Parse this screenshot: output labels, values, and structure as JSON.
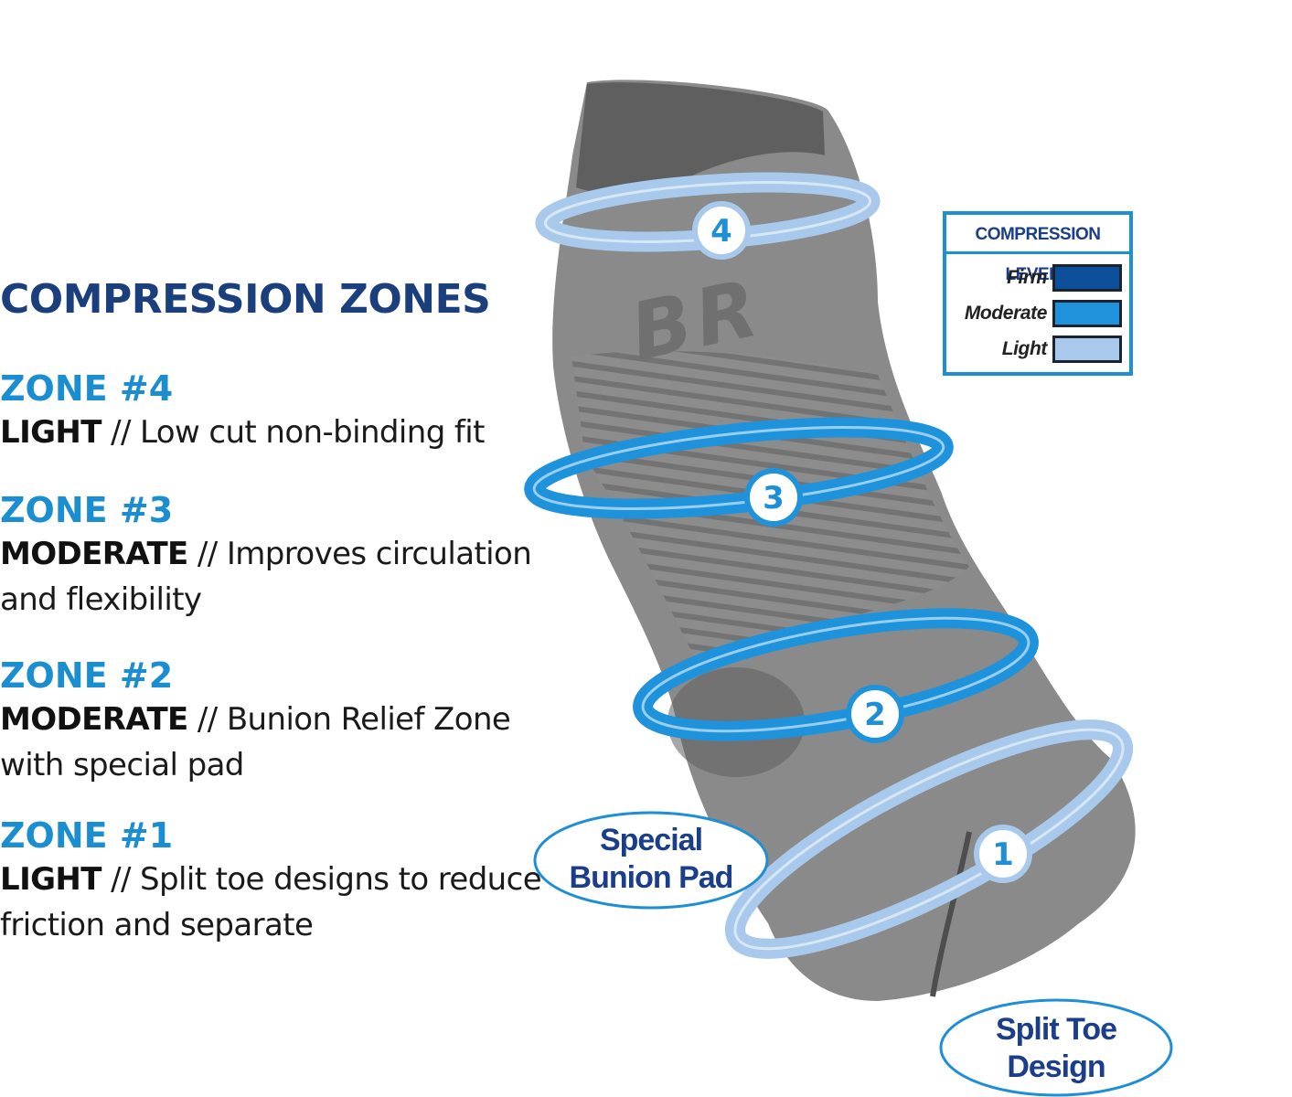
{
  "heading": "COMPRESSION ZONES",
  "zones": [
    {
      "title": "ZONE #4",
      "level": "LIGHT",
      "sep": "//",
      "text": "Low cut non-binding fit"
    },
    {
      "title": "ZONE #3",
      "level": "MODERATE",
      "sep": "//",
      "text": "Improves circulation and flexibility"
    },
    {
      "title": "ZONE #2",
      "level": "MODERATE",
      "sep": "//",
      "text": "Bunion Relief Zone with special pad"
    },
    {
      "title": "ZONE #1",
      "level": "LIGHT",
      "sep": "//",
      "text": "Split toe designs to reduce friction and separate"
    }
  ],
  "legend": {
    "title": "COMPRESSION LEVELS",
    "levels": [
      {
        "label": "Firm",
        "color": "#0d4f9a"
      },
      {
        "label": "Moderate",
        "color": "#1e93db"
      },
      {
        "label": "Light",
        "color": "#a9c9ec"
      }
    ]
  },
  "rings": [
    {
      "number": "4",
      "level": "Light"
    },
    {
      "number": "3",
      "level": "Moderate"
    },
    {
      "number": "2",
      "level": "Moderate"
    },
    {
      "number": "1",
      "level": "Light"
    }
  ],
  "callouts": {
    "bunion_pad": [
      "Special",
      "Bunion Pad"
    ],
    "split_toe": [
      "Split Toe",
      "Design"
    ]
  },
  "colors": {
    "heading": "#1b3e7d",
    "zone_title": "#1a8ed0",
    "callout_text": "#1b3e8a",
    "callout_border": "#1e8fd6",
    "sock": "#8a8a8a"
  }
}
